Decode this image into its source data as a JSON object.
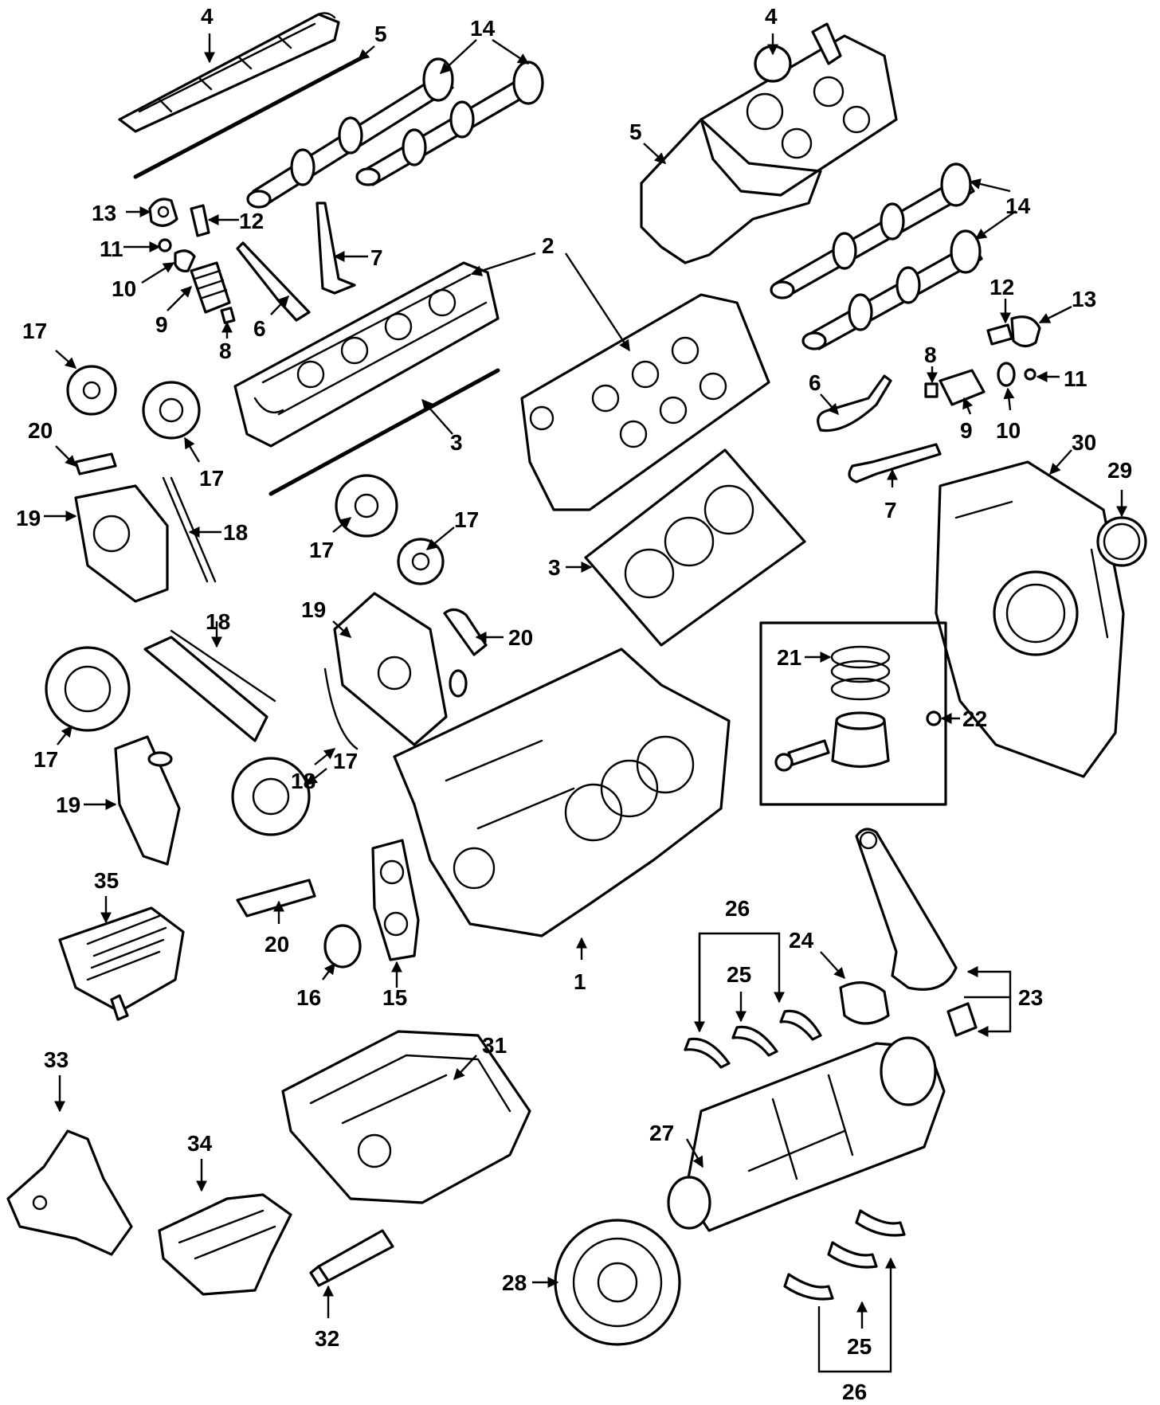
{
  "callouts": [
    "1",
    "2",
    "3",
    "4",
    "5",
    "6",
    "7",
    "8",
    "9",
    "10",
    "11",
    "12",
    "13",
    "14",
    "15",
    "16",
    "17",
    "18",
    "19",
    "20",
    "21",
    "22",
    "23",
    "24",
    "25",
    "26",
    "27",
    "28",
    "29",
    "30",
    "31",
    "32",
    "33",
    "34",
    "35"
  ],
  "colors": {
    "line": "#000000",
    "background": "#ffffff"
  },
  "icons": [
    "arrowhead"
  ]
}
